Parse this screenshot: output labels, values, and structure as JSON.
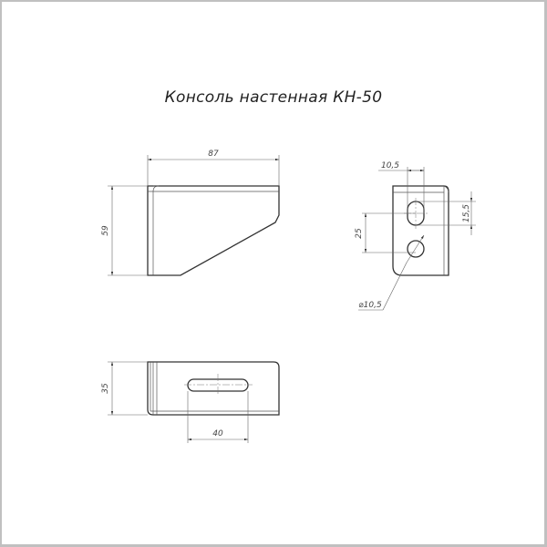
{
  "title": "Консоль настенная КН-50",
  "views": {
    "front": {
      "dimensions": {
        "width": "87",
        "height": "59"
      }
    },
    "side": {
      "dimensions": {
        "hole_offset": "10,5",
        "hole_spacing": "25",
        "slot_length": "15,5",
        "hole_diameter": "⌀10,5"
      }
    },
    "top": {
      "dimensions": {
        "depth": "35",
        "slot_length": "40"
      }
    }
  },
  "colors": {
    "line": "#333333",
    "dimension": "#666666",
    "frame": "#c0c0c0"
  }
}
